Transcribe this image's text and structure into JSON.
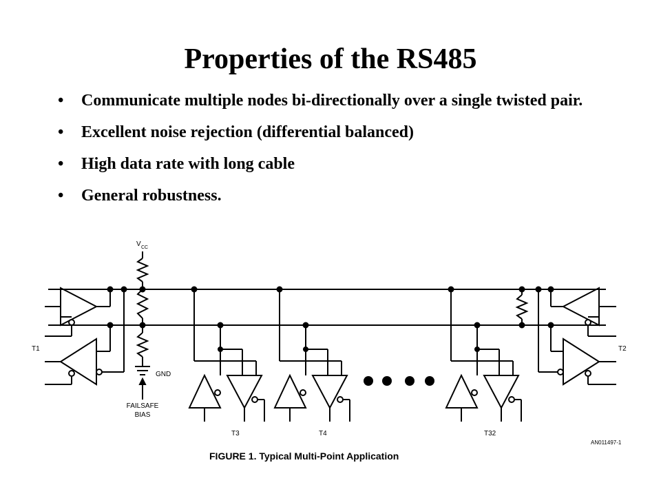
{
  "slide": {
    "title": "Properties of the RS485",
    "bullet_symbol": "•",
    "bullets": [
      "Communicate multiple nodes bi-directionally over a single twisted pair.",
      "Excellent noise rejection (differential balanced)",
      "High data rate with long cable",
      "General robustness."
    ]
  },
  "figure": {
    "vcc_main": "V",
    "vcc_sub": "CC",
    "gnd": "GND",
    "failsafe": "FAILSAFE",
    "bias": "BIAS",
    "t1": "T1",
    "t2": "T2",
    "t3": "T3",
    "t4": "T4",
    "t32": "T32",
    "part_code": "AN011497-1",
    "caption": "FIGURE 1. Typical Multi-Point Application"
  }
}
